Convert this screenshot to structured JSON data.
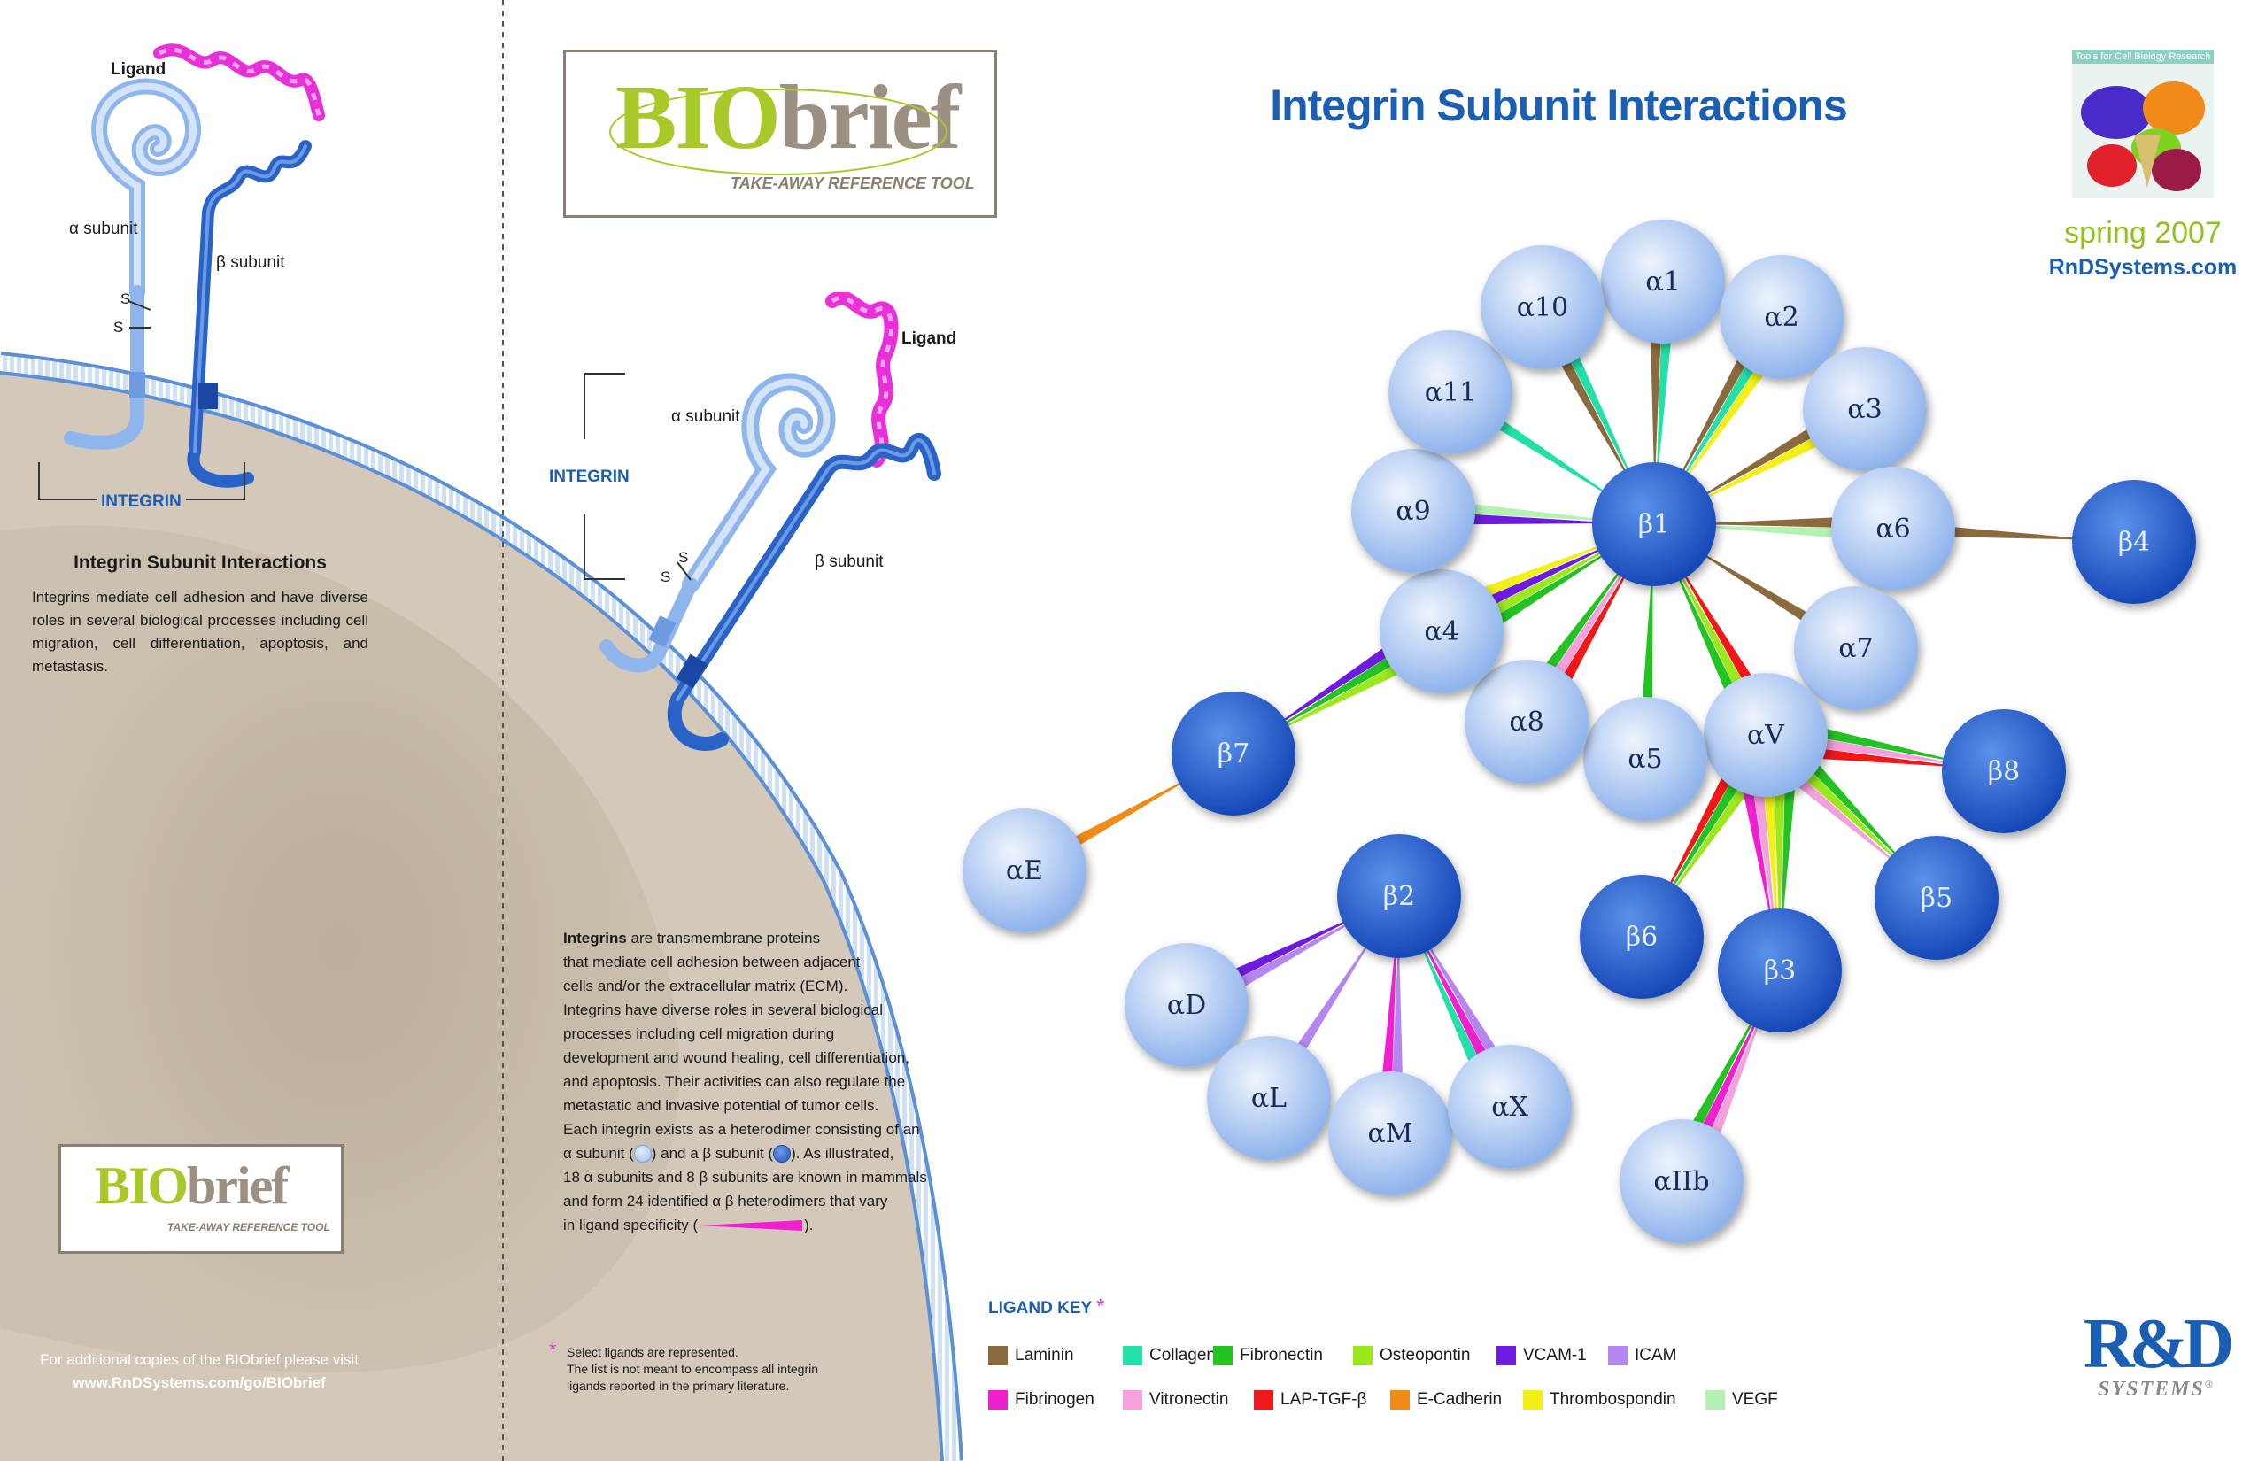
{
  "header": {
    "title": "Integrin Subunit Interactions",
    "season": "spring 2007",
    "website": "RnDSystems.com",
    "badge_caption": "Tools for Cell Biology Research"
  },
  "biobrief": {
    "caps": "BIO",
    "low": "brief",
    "tagline": "TAKE-AWAY REFERENCE TOOL"
  },
  "left_panel": {
    "ligand": "Ligand",
    "alpha": "α subunit",
    "beta": "β subunit",
    "s_top": "S",
    "s_bottom": "S",
    "integrin": "INTEGRIN",
    "heading": "Integrin Subunit Interactions",
    "paragraph": "Integrins mediate cell adhesion and have diverse roles in several biological processes including cell migration, cell differentiation, apoptosis, and metastasis.",
    "footer_line1": "For additional copies of the BIObrief please visit",
    "footer_line2": "www.RnDSystems.com/go/BIObrief"
  },
  "middle_panel": {
    "ligand": "Ligand",
    "alpha": "α subunit",
    "beta": "β subunit",
    "s_top": "S",
    "s_bottom": "S",
    "integrin": "INTEGRIN",
    "para_bold": "Integrins",
    "para_lines": [
      " are transmembrane proteins",
      "that mediate cell adhesion between adjacent",
      "cells and/or the extracellular matrix (ECM).",
      "Integrins have diverse roles in several biological",
      "processes including cell migration during",
      "development and wound healing, cell differentiation,",
      "and apoptosis. Their activities can also regulate the",
      "metastatic and invasive potential of tumor cells.",
      "Each integrin exists as a heterodimer consisting of an",
      "α subunit (",
      ") and a β subunit (",
      ").  As illustrated,",
      "18 α subunits and 8 β subunits are known in mammals",
      "and form 24 identified α β heterodimers that vary",
      "in ligand specificity (",
      ")."
    ],
    "note_asterisk": "*",
    "note_lines": [
      "Select ligands are represented.",
      "The list is not meant to encompass all integrin",
      "ligands reported in the primary literature."
    ]
  },
  "legend": {
    "title": "LIGAND KEY",
    "asterisk": "*",
    "items": [
      {
        "name": "Laminin",
        "color": "#8b6a3e"
      },
      {
        "name": "Collagen",
        "color": "#22e0a8"
      },
      {
        "name": "Fibronectin",
        "color": "#22c322"
      },
      {
        "name": "Osteopontin",
        "color": "#9be81c"
      },
      {
        "name": "VCAM-1",
        "color": "#6e1be0"
      },
      {
        "name": "ICAM",
        "color": "#b585f0"
      },
      {
        "name": "Fibrinogen",
        "color": "#f020d0"
      },
      {
        "name": "Vitronectin",
        "color": "#f3a0dc"
      },
      {
        "name": "LAP-TGF-β",
        "color": "#f01818"
      },
      {
        "name": "E-Cadherin",
        "color": "#f08a18"
      },
      {
        "name": "Thrombospondin",
        "color": "#f3f018"
      },
      {
        "name": "VEGF",
        "color": "#b4f2b4"
      }
    ]
  },
  "network": {
    "alpha_nodes": [
      "α1",
      "α2",
      "α3",
      "α6",
      "α7",
      "αV",
      "α5",
      "α8",
      "α4",
      "α9",
      "α11",
      "α10",
      "αE",
      "αD",
      "αL",
      "αM",
      "αX",
      "αIIb"
    ],
    "beta_nodes": [
      "β1",
      "β4",
      "β7",
      "β8",
      "β5",
      "β6",
      "β3",
      "β2"
    ],
    "interactions": [
      {
        "alpha": "α1",
        "beta": "β1",
        "ligands": [
          "Laminin",
          "Collagen"
        ]
      },
      {
        "alpha": "α2",
        "beta": "β1",
        "ligands": [
          "Laminin",
          "Collagen",
          "Thrombospondin"
        ]
      },
      {
        "alpha": "α3",
        "beta": "β1",
        "ligands": [
          "Laminin",
          "Thrombospondin"
        ]
      },
      {
        "alpha": "α6",
        "beta": "β1",
        "ligands": [
          "Laminin",
          "VEGF"
        ]
      },
      {
        "alpha": "α7",
        "beta": "β1",
        "ligands": [
          "Laminin"
        ]
      },
      {
        "alpha": "α10",
        "beta": "β1",
        "ligands": [
          "Laminin",
          "Collagen"
        ]
      },
      {
        "alpha": "α11",
        "beta": "β1",
        "ligands": [
          "Collagen"
        ]
      },
      {
        "alpha": "α9",
        "beta": "β1",
        "ligands": [
          "VCAM-1",
          "VEGF"
        ]
      },
      {
        "alpha": "α4",
        "beta": "β1",
        "ligands": [
          "Fibronectin",
          "Osteopontin",
          "VCAM-1",
          "Thrombospondin"
        ]
      },
      {
        "alpha": "α8",
        "beta": "β1",
        "ligands": [
          "LAP-TGF-β",
          "Vitronectin",
          "Fibronectin"
        ]
      },
      {
        "alpha": "α5",
        "beta": "β1",
        "ligands": [
          "Fibronectin"
        ]
      },
      {
        "alpha": "αV",
        "beta": "β1",
        "ligands": [
          "LAP-TGF-β",
          "Osteopontin",
          "Fibronectin"
        ]
      },
      {
        "alpha": "α6",
        "beta": "β4",
        "ligands": [
          "Laminin"
        ]
      },
      {
        "alpha": "α4",
        "beta": "β7",
        "ligands": [
          "VCAM-1",
          "Fibronectin",
          "Osteopontin"
        ]
      },
      {
        "alpha": "αE",
        "beta": "β7",
        "ligands": [
          "E-Cadherin"
        ]
      },
      {
        "alpha": "αV",
        "beta": "β8",
        "ligands": [
          "LAP-TGF-β",
          "Vitronectin",
          "Fibronectin"
        ]
      },
      {
        "alpha": "αV",
        "beta": "β5",
        "ligands": [
          "Vitronectin",
          "Osteopontin",
          "Fibronectin"
        ]
      },
      {
        "alpha": "αV",
        "beta": "β6",
        "ligands": [
          "LAP-TGF-β",
          "Fibronectin",
          "Osteopontin"
        ]
      },
      {
        "alpha": "αV",
        "beta": "β3",
        "ligands": [
          "Fibrinogen",
          "Vitronectin",
          "Thrombospondin",
          "Osteopontin",
          "Fibronectin"
        ]
      },
      {
        "alpha": "αIIb",
        "beta": "β3",
        "ligands": [
          "Vitronectin",
          "Fibrinogen",
          "Fibronectin"
        ]
      },
      {
        "alpha": "αD",
        "beta": "β2",
        "ligands": [
          "ICAM",
          "VCAM-1"
        ]
      },
      {
        "alpha": "αL",
        "beta": "β2",
        "ligands": [
          "ICAM"
        ]
      },
      {
        "alpha": "αM",
        "beta": "β2",
        "ligands": [
          "ICAM",
          "Fibrinogen"
        ]
      },
      {
        "alpha": "αX",
        "beta": "β2",
        "ligands": [
          "ICAM",
          "Fibrinogen",
          "Collagen"
        ]
      }
    ]
  },
  "brand": {
    "logo": "R&D",
    "systems": "SYSTEMS",
    "reg": "®"
  }
}
